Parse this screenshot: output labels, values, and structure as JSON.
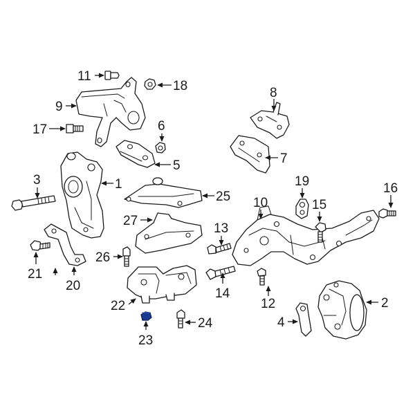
{
  "diagram": {
    "accent_color": "#1a3a8f",
    "line_color": "#1a1a1a",
    "background": "#ffffff",
    "highlighted_part": "23",
    "callouts": {
      "c1": "1",
      "c2": "2",
      "c3": "3",
      "c4": "4",
      "c5": "5",
      "c6": "6",
      "c7": "7",
      "c8": "8",
      "c9": "9",
      "c10": "10",
      "c11": "11",
      "c12": "12",
      "c13": "13",
      "c14": "14",
      "c15": "15",
      "c16": "16",
      "c17": "17",
      "c18": "18",
      "c19": "19",
      "c20": "20",
      "c21": "21",
      "c22": "22",
      "c23": "23",
      "c24": "24",
      "c25": "25",
      "c26": "26",
      "c27": "27"
    }
  }
}
